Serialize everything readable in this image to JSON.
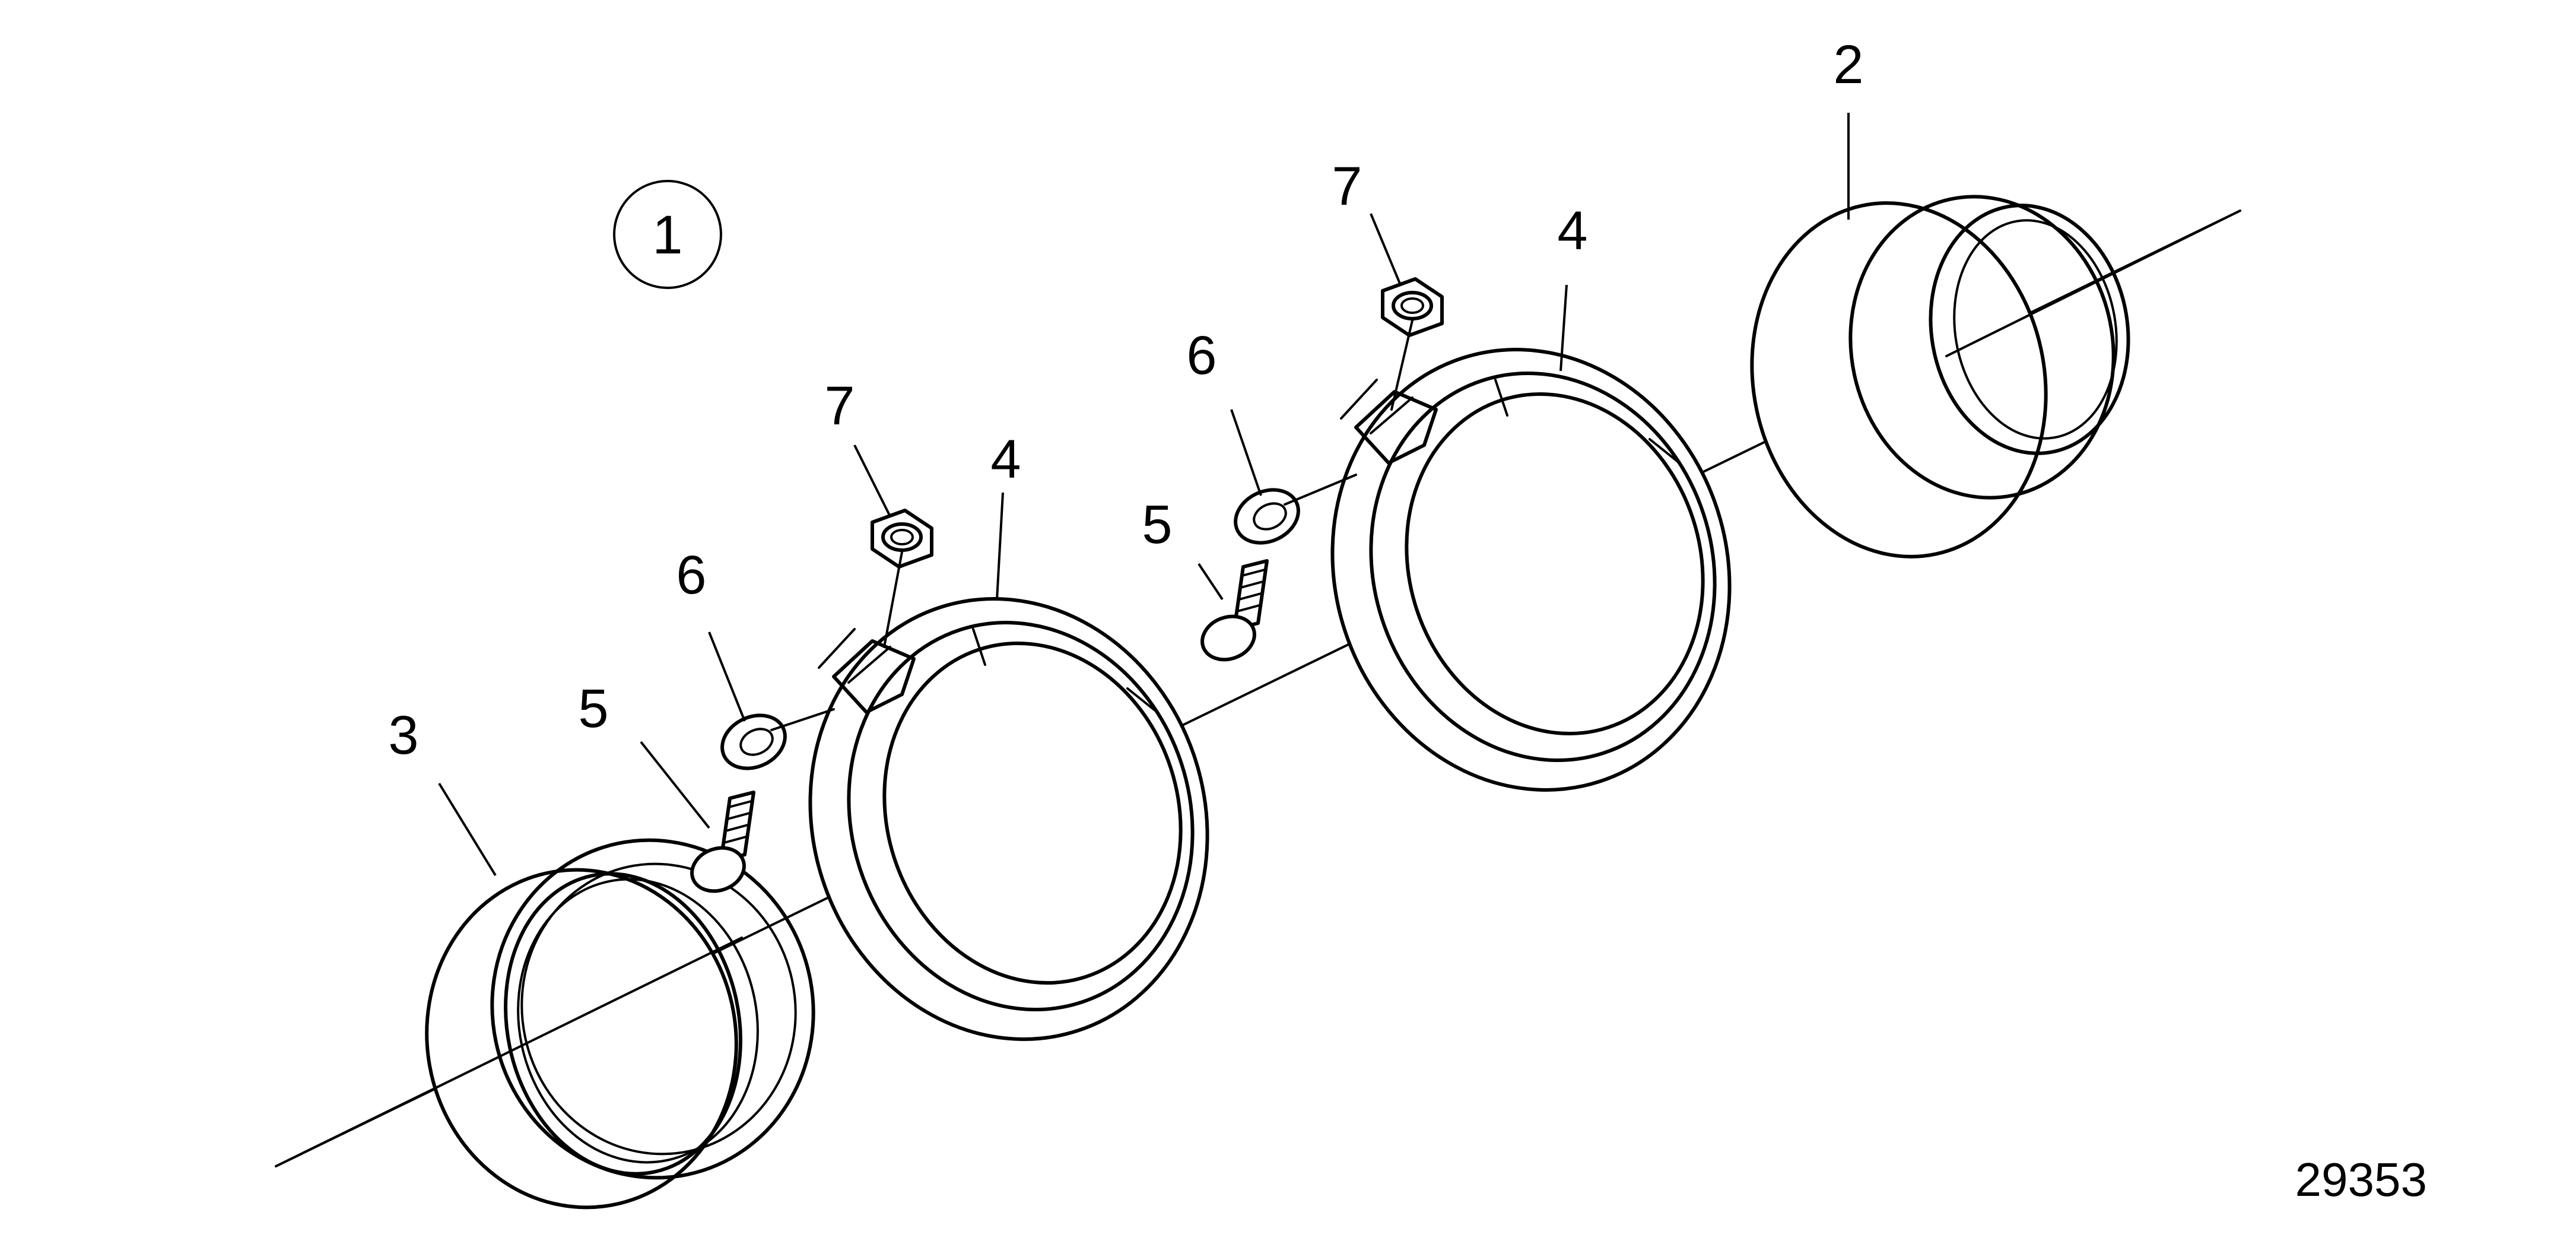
{
  "diagram": {
    "view_marker": "1",
    "document_number": "29353",
    "callouts": [
      {
        "id": "callout-2",
        "text": "2"
      },
      {
        "id": "callout-3",
        "text": "3"
      },
      {
        "id": "callout-4-left",
        "text": "4"
      },
      {
        "id": "callout-4-right",
        "text": "4"
      },
      {
        "id": "callout-5-left",
        "text": "5"
      },
      {
        "id": "callout-5-right",
        "text": "5"
      },
      {
        "id": "callout-6-left",
        "text": "6"
      },
      {
        "id": "callout-6-right",
        "text": "6"
      },
      {
        "id": "callout-7-left",
        "text": "7"
      },
      {
        "id": "callout-7-right",
        "text": "7"
      }
    ]
  }
}
